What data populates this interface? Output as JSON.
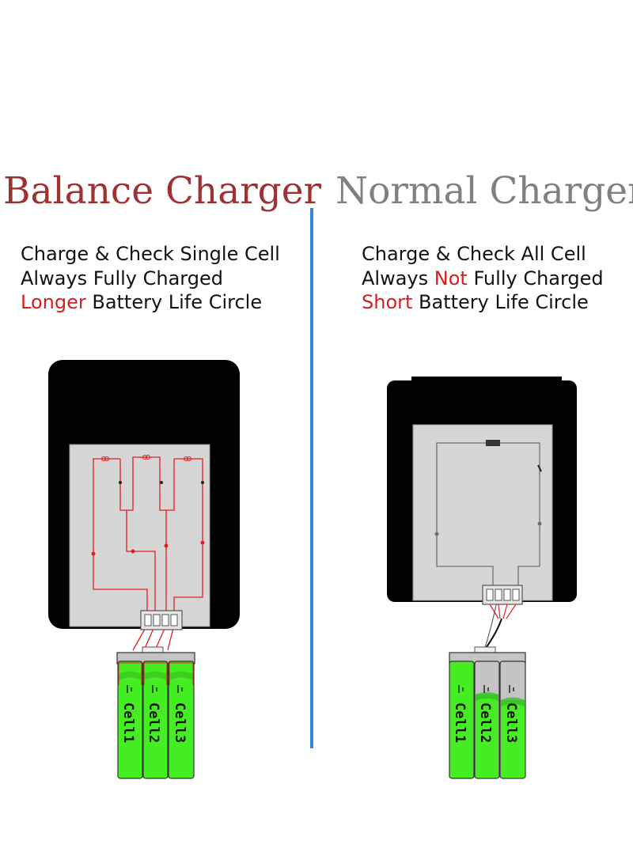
{
  "balance": {
    "title": "Balance Charger",
    "lines": [
      {
        "text": "Charge & Check Single Cell"
      },
      {
        "text": "Always Fully Charged"
      },
      {
        "highlight": "Longer",
        "rest": " Battery Life Circle"
      }
    ],
    "cells": [
      "Cell1",
      "Cell2",
      "Cell3"
    ]
  },
  "normal": {
    "title": "Normal Charger",
    "lines": [
      {
        "text": "Charge & Check All Cell"
      },
      {
        "pre": "Always ",
        "highlight": "Not",
        "rest": " Fully Charged"
      },
      {
        "highlight": "Short",
        "rest": " Battery Life Circle"
      }
    ],
    "cells": [
      "Cell1",
      "Cell2",
      "Cell3"
    ]
  },
  "colors": {
    "balance_title": "#9c3232",
    "normal_title": "#808080",
    "highlight": "#d42020",
    "divider": "#3a86d4",
    "cell_green": "#44ee22",
    "cell_gray": "#c4c4c4",
    "wire_red": "#e02020",
    "wire_gray": "#707070"
  }
}
